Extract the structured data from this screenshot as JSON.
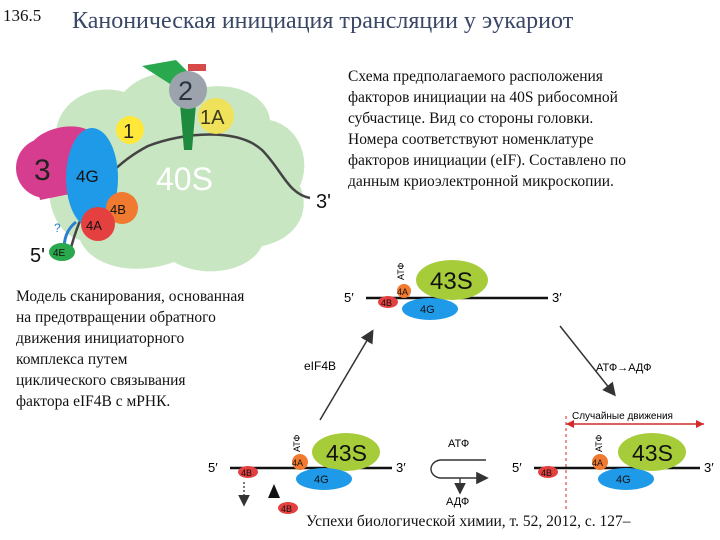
{
  "slide_number": "136.5",
  "title": "Каноническая инициация трансляции у эукариот",
  "caption_lines": [
    "Схема предполагаемого расположения",
    "факторов инициации на 40S рибосомной",
    "субчастице.  Вид со стороны головки.",
    "Номера соответствуют номенклатуре",
    "факторов инициации (eIF). Составлено по",
    "данным криоэлектронной микроскопии."
  ],
  "model_lines": [
    "Модель сканирования, основанная",
    "на предотвращении обратного",
    "движения инициаторного",
    "комплекса путем",
    "циклического связывания",
    "фактора eIF4B с мРНК."
  ],
  "source": "Успехи биологической химии, т. 52, 2012, с. 127–",
  "ribosome": {
    "subunit": "40S",
    "factors": [
      "2",
      "1A",
      "1",
      "3",
      "4G",
      "4B",
      "4A",
      "4E"
    ],
    "question": "?",
    "end5": "5'",
    "end3": "3'"
  },
  "scan_labels": {
    "complex": "43S",
    "g4": "4G",
    "a4": "4A",
    "b4": "4B",
    "atp": "АТФ",
    "adp": "АДФ",
    "end5": "5′",
    "end3": "3′",
    "eif4b": "eIF4B",
    "hydrolysis": "АТФ→АДФ",
    "random": "Случайные движения"
  },
  "colors": {
    "title": "#3a4766",
    "ribosome_body": "#c8e6c2",
    "eIF2": "#9ca3ad",
    "eIF1A": "#f0e15a",
    "eIF1": "#ffe83a",
    "eIF3": "#d63d8e",
    "eIF4G": "#1e9ae8",
    "eIF4B": "#e44040",
    "eIF4A": "#f07a30",
    "eIF4E": "#2aa84e",
    "complex43S": "#a6cc3a"
  }
}
